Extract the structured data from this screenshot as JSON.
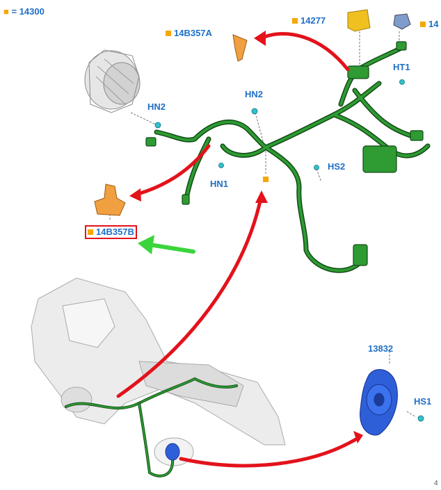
{
  "legend": {
    "marker": "■",
    "text": "= 14300"
  },
  "callouts": {
    "p14B357A": "14B357A",
    "p14277": "14277",
    "p144": "14",
    "HT1": "HT1",
    "HN2_left": "HN2",
    "HN2_center": "HN2",
    "HN1": "HN1",
    "HS2": "HS2",
    "p14B357B": "14B357B",
    "p13832": "13832",
    "HS1": "HS1"
  },
  "page_number": "4",
  "colors": {
    "part_label": "#1f6fc6",
    "marker": "#f5a800",
    "harness": "#1e7d22",
    "arrow": "#e3121b",
    "pointer_arrow": "#3bd53b",
    "horn": "#2f5fd8",
    "connector": "#f0a040"
  },
  "highlighted_part": "14B357B"
}
